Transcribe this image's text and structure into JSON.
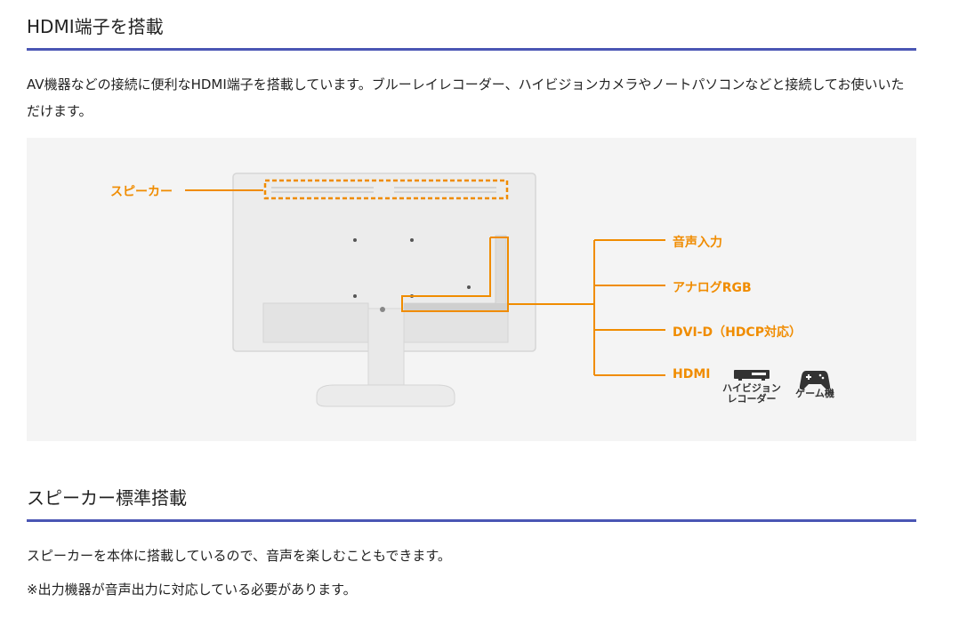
{
  "section1": {
    "title": "HDMI端子を搭載",
    "paragraph": "AV機器などの接続に便利なHDMI端子を搭載しています。ブルーレイレコーダー、ハイビジョンカメラやノートパソコンなどと接続してお使いいただけます。"
  },
  "figure": {
    "speaker_label": "スピーカー",
    "ports": [
      "音声入力",
      "アナログRGB",
      "DVI-D（HDCP対応）",
      "HDMI"
    ],
    "devices": {
      "recorder_line1": "ハイビジョン",
      "recorder_line2": "レコーダー",
      "game": "ゲーム機"
    },
    "accent_color": "#f08c00",
    "heading_rule_color": "#4a56b4"
  },
  "section2": {
    "title": "スピーカー標準搭載",
    "paragraph": "スピーカーを本体に搭載しているので、音声を楽しむこともできます。",
    "note": "※出力機器が音声出力に対応している必要があります。"
  }
}
